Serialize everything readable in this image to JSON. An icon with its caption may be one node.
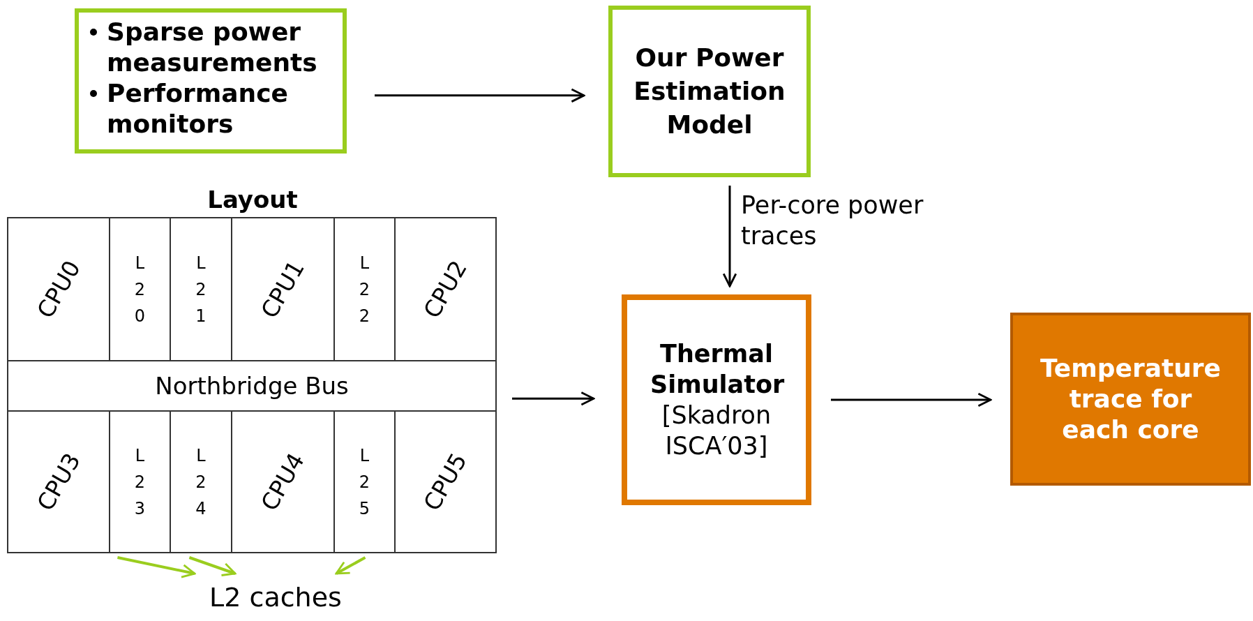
{
  "diagram": {
    "nodes": [
      {
        "text": [
          "Sparse power measurements",
          "Performance monitors"
        ]
      },
      {
        "text": [
          "Our Power Estimation Model"
        ]
      },
      {
        "text": [
          "Layout"
        ]
      },
      {
        "text": [
          "CPU0"
        ],
        "in": 2
      },
      {
        "text": [
          "L20"
        ],
        "in": 2
      },
      {
        "text": [
          "L21"
        ],
        "in": 2
      },
      {
        "text": [
          "CPU1"
        ],
        "in": 2
      },
      {
        "text": [
          "L22"
        ],
        "in": 2
      },
      {
        "text": [
          "CPU2"
        ],
        "in": 2
      },
      {
        "text": [
          "Northbridge Bus"
        ],
        "in": 2
      },
      {
        "text": [
          "CPU3"
        ],
        "in": 2
      },
      {
        "text": [
          "L23"
        ],
        "in": 2
      },
      {
        "text": [
          "L24"
        ],
        "in": 2
      },
      {
        "text": [
          "CPU4"
        ],
        "in": 2
      },
      {
        "text": [
          "L25"
        ],
        "in": 2
      },
      {
        "text": [
          "CPU5"
        ],
        "in": 2
      },
      {
        "text": [
          "L2 caches"
        ]
      },
      {
        "text": [
          "Thermal Simulator",
          "[Skadron ISCA′03]"
        ]
      },
      {
        "text": [
          "Temperature trace for each core"
        ]
      }
    ],
    "edges": [
      {
        "from": 0,
        "to": 1,
        "arrow": "to"
      },
      {
        "from": 1,
        "to": 17,
        "arrow": "to",
        "label": "Per-core power traces"
      },
      {
        "from": 2,
        "to": 17,
        "arrow": "to"
      },
      {
        "from": 17,
        "to": 18,
        "arrow": "to"
      },
      {
        "from": 11,
        "to": 16,
        "arrow": "to",
        "color": "#9acd1e"
      },
      {
        "from": 12,
        "to": 16,
        "arrow": "to",
        "color": "#9acd1e"
      },
      {
        "from": 14,
        "to": 16,
        "arrow": "to",
        "color": "#9acd1e"
      }
    ]
  }
}
